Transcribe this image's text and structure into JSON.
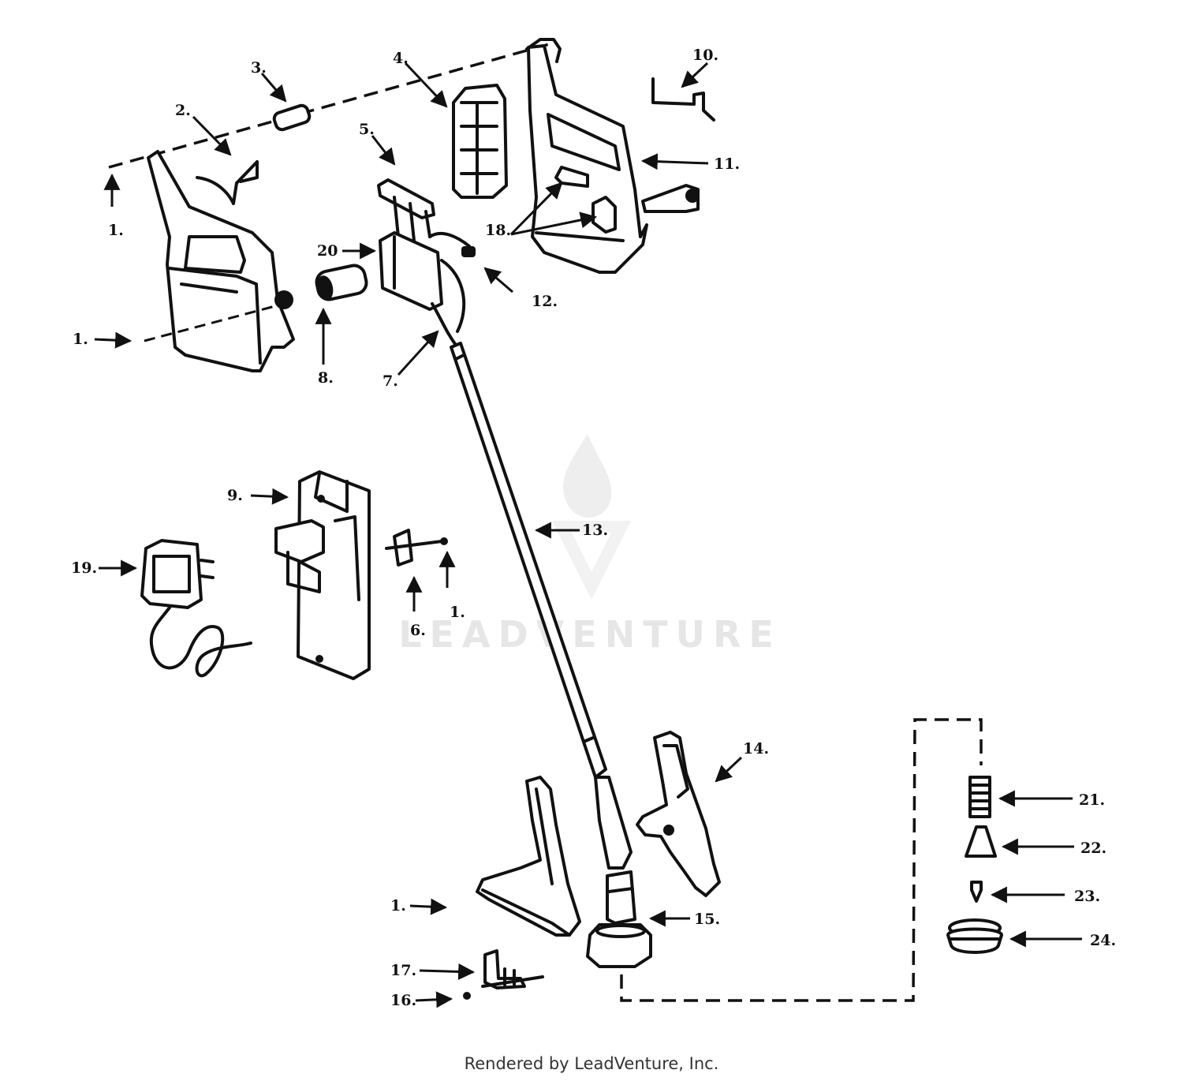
{
  "footer": "Rendered by LeadVenture, Inc.",
  "watermark": "LEADVENTURE",
  "labels": {
    "l1a": "1.",
    "l1b": "1.",
    "l1c": "1.",
    "l1d": "1.",
    "l2": "2.",
    "l3": "3.",
    "l4": "4.",
    "l5": "5.",
    "l6": "6.",
    "l7": "7.",
    "l8": "8.",
    "l9": "9.",
    "l10": "10.",
    "l11": "11.",
    "l12": "12.",
    "l13": "13.",
    "l14": "14.",
    "l15": "15.",
    "l16": "16.",
    "l17": "17.",
    "l18": "18.",
    "l19": "19.",
    "l20": "20",
    "l21": "21.",
    "l22": "22.",
    "l23": "23.",
    "l24": "24."
  }
}
